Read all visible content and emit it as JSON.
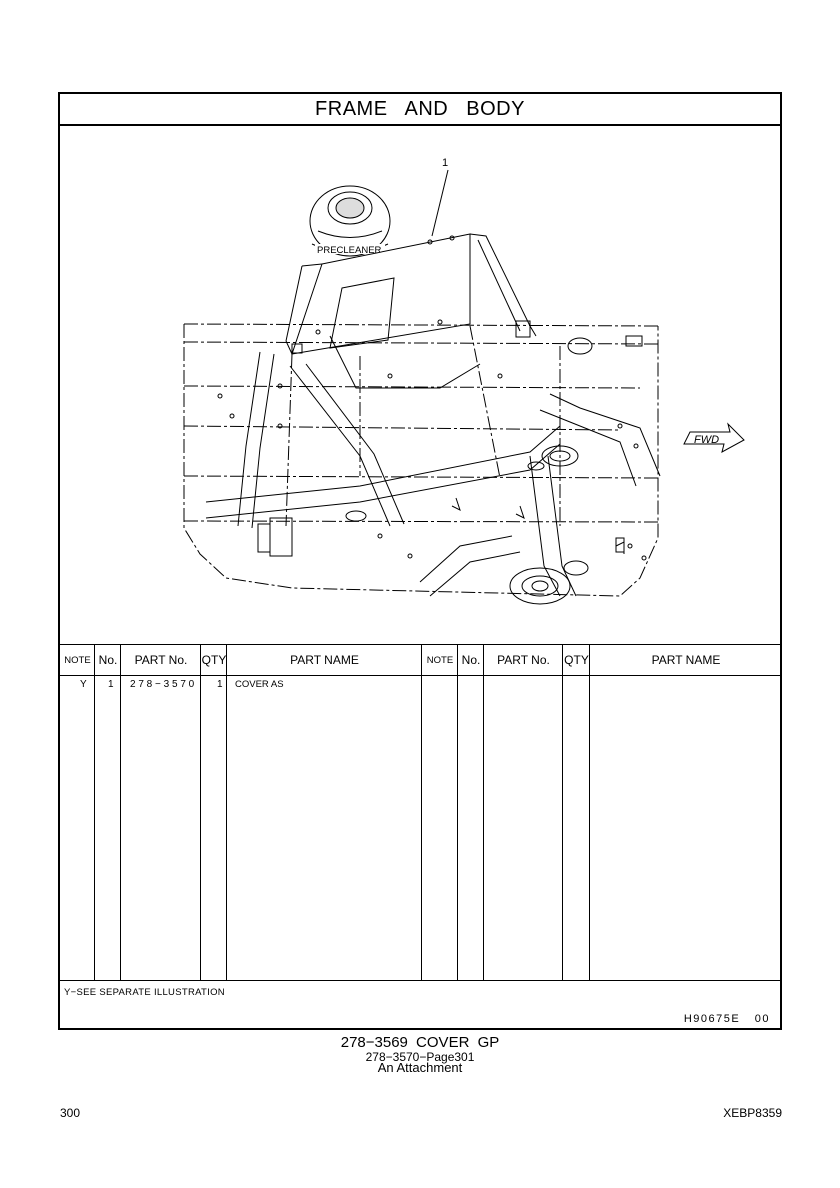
{
  "page": {
    "title": "FRAME   AND   BODY",
    "callout_number": "1",
    "precleaner_label": "PRECLEANER",
    "fwd_label": "FWD"
  },
  "table": {
    "headers_left": {
      "note": "NOTE",
      "no": "No.",
      "part_no": "PART No.",
      "qty": "QTY",
      "part_name": "PART NAME"
    },
    "headers_right": {
      "note": "NOTE",
      "no": "No.",
      "part_no": "PART No.",
      "qty": "QTY",
      "part_name": "PART NAME"
    },
    "rows": [
      {
        "note": "Y",
        "no": "1",
        "part_no": "2 7 8 − 3 5 7 0",
        "qty": "1",
        "part_name": "COVER  AS"
      }
    ]
  },
  "footnote": "Y−SEE  SEPARATE  ILLUSTRATION",
  "drawing_code": "H90675E   00",
  "caption": {
    "line1": "278−3569  COVER  GP",
    "line2": "278−3570−Page301",
    "line3": "An Attachment"
  },
  "footer": {
    "page_number": "300",
    "document_id": "XEBP8359"
  }
}
